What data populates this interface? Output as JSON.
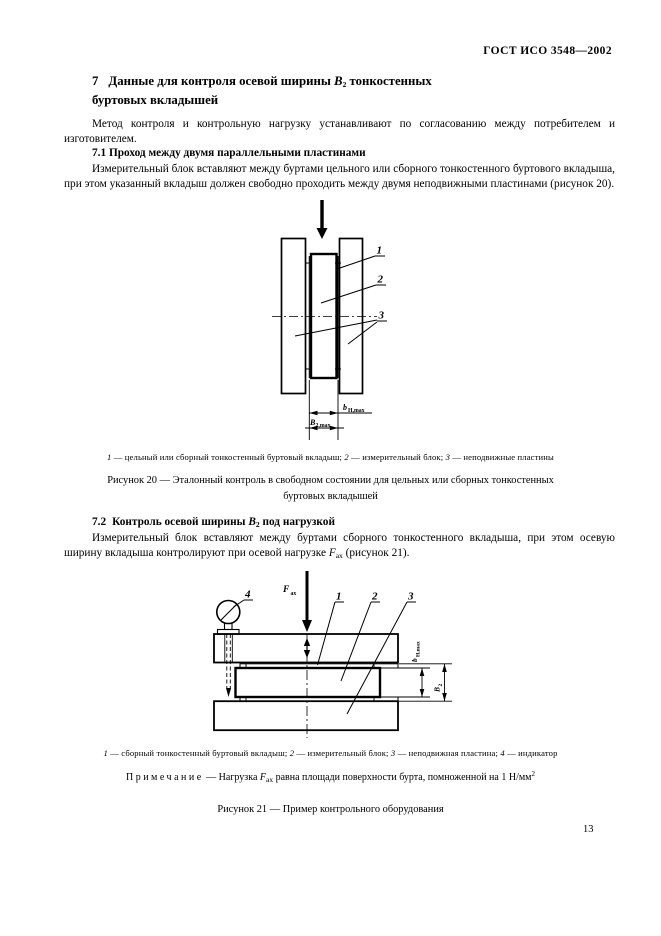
{
  "page": {
    "header_code": "ГОСТ ИСО 3548—2002",
    "page_number": "13"
  },
  "section7": {
    "title_number": "7",
    "title_part1": "Данные для контроля осевой ширины ",
    "title_var": "В",
    "title_var_sub": "2",
    "title_part2": " тонкостенных буртовых вкладышей",
    "intro": "Метод контроля и контрольную нагрузку устанавливают по согласованию между потребителем и изготовителем."
  },
  "section71": {
    "heading": "7.1 Проход между двумя параллельными пластинами",
    "body": "Измерительный блок вставляют между буртами цельного или сборного тонкостенного буртового вкладыша, при этом указанный вкладыш должен свободно проходить между двумя неподвижными пластинами (рисунок 20)."
  },
  "fig20": {
    "callout1": "1",
    "callout2": "2",
    "callout3": "3",
    "dim1_letter": "b",
    "dim1_sub": "H,max",
    "dim2_letter": "B",
    "dim2_sub": "2,max",
    "legend": [
      {
        "n": "1",
        "t": " — цельный или сборный тонкостенный буртовый вкладыш; "
      },
      {
        "n": "2",
        "t": " — измерительный блок; "
      },
      {
        "n": "3",
        "t": " — неподвижные пластины"
      }
    ],
    "caption": "Рисунок 20 — Эталонный контроль в свободном состоянии для цельных или сборных тонкостенных буртовых вкладышей"
  },
  "section72": {
    "heading_num": "7.2",
    "heading_part1": "Контроль осевой ширины ",
    "heading_var": "В",
    "heading_var_sub": "2",
    "heading_part2": " под нагрузкой",
    "body_part1": "Измерительный блок вставляют между буртами сборного тонкостенного вкладыша, при этом осевую ширину вкладыша контролируют при осевой нагрузке ",
    "force_letter": "F",
    "force_sub": "ах",
    "body_part2": " (рисунок 21)."
  },
  "fig21": {
    "force_letter": "F",
    "force_sub": "ах",
    "callout1": "1",
    "callout2": "2",
    "callout3": "3",
    "callout4": "4",
    "dim1_letter": "b",
    "dim1_sub": "H,max",
    "dim2_letter": "B",
    "dim2_sub": "2",
    "legend": [
      {
        "n": "1",
        "t": " — сборный тонкостенный буртовый вкладыш; "
      },
      {
        "n": "2",
        "t": " — измерительный блок; "
      },
      {
        "n": "3",
        "t": " — неподвижная пластина; "
      },
      {
        "n": "4",
        "t": " — индикатор"
      }
    ],
    "note_label": "Примечание",
    "note_part1": " — Нагрузка ",
    "note_part2": " равна площади поверхности бурта, помноженной на 1 Н/мм",
    "note_sup": "2",
    "caption": "Рисунок 21 — Пример контрольного оборудования"
  }
}
